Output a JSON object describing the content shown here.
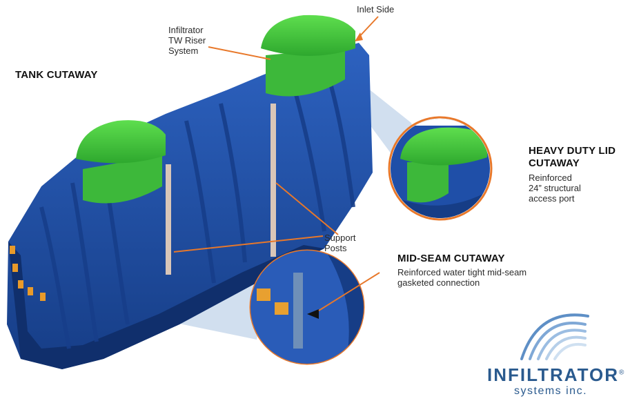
{
  "title": "TANK CUTAWAY",
  "labels": {
    "inlet_side": "Inlet Side",
    "riser_system": "Infiltrator\nTW Riser\nSystem",
    "support_posts": "Support\nPosts"
  },
  "lid_cutaway": {
    "heading": "HEAVY DUTY LID\nCUTAWAY",
    "description": "Reinforced\n24” structural\naccess port"
  },
  "seam_cutaway": {
    "heading": "MID-SEAM CUTAWAY",
    "description": "Reinforced water tight mid-seam\ngasketed connection"
  },
  "logo": {
    "brand": "INFILTRATOR",
    "registered": "®",
    "subtitle": "systems inc."
  },
  "colors": {
    "tank_blue": "#1f4fa8",
    "tank_dark": "#0f2c66",
    "lid_green": "#3cc43c",
    "accent_orange": "#e8782a",
    "callout_fill": "#c5d6ea",
    "post": "#d9c6b8",
    "logo_blue": "#2a5a8e"
  }
}
